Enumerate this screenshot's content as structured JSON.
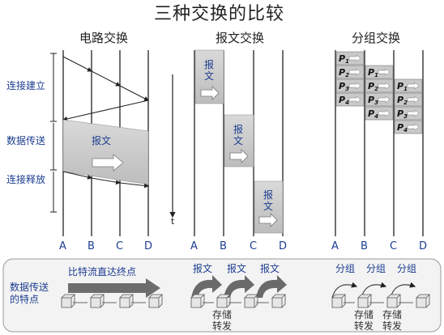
{
  "title": "三种交换的比较",
  "sections": {
    "circuit": "电路交换",
    "message": "报文交换",
    "packet": "分组交换"
  },
  "phases": {
    "setup": "连接建立",
    "transfer": "数据传送",
    "release": "连接释放"
  },
  "labels": {
    "message": "报文",
    "time": "t",
    "packet": "P",
    "packet_numbers": [
      "1",
      "2",
      "3",
      "4"
    ],
    "nodes": [
      "A",
      "B",
      "C",
      "D"
    ],
    "bottom_left": "数据传送\n的特点",
    "bitstream": "比特流直达终点",
    "message_hops": [
      "报文",
      "报文",
      "报文"
    ],
    "packet_hops": [
      "分组",
      "分组",
      "分组"
    ],
    "store": "存储\n转发"
  }
}
